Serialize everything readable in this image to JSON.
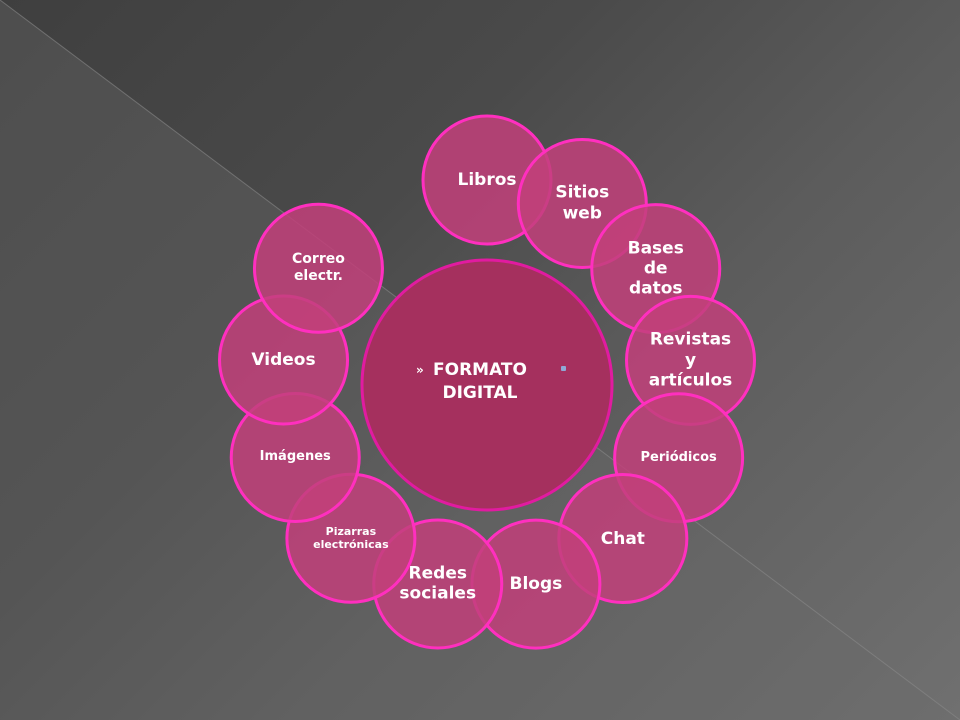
{
  "theme": {
    "ring_stroke": "#ff2fbf",
    "outer_fill": "#c2407a",
    "center_fill": "#a5305e",
    "center_stroke": "#e11ba0",
    "accent_dot": "#8fa9d6",
    "text": "#ffffff"
  },
  "diagram": {
    "center": {
      "marker": "»",
      "line1": "FORMATO",
      "line2": "DIGITAL"
    },
    "nodes": [
      {
        "id": "libros",
        "label": "Libros",
        "angle_deg": -90,
        "size": "large"
      },
      {
        "id": "sitios-web",
        "label": "Sitios\nweb",
        "angle_deg": -62.3,
        "size": "large"
      },
      {
        "id": "bases-de-datos",
        "label": "Bases\nde\ndatos",
        "angle_deg": -34.6,
        "size": "large"
      },
      {
        "id": "revistas",
        "label": "Revistas\ny\nartículos",
        "angle_deg": -6.9,
        "size": "large"
      },
      {
        "id": "periodicos",
        "label": "Periódicos",
        "angle_deg": 20.8,
        "size": "small"
      },
      {
        "id": "chat",
        "label": "Chat",
        "angle_deg": 48.5,
        "size": "large"
      },
      {
        "id": "blogs",
        "label": "Blogs",
        "angle_deg": 76.2,
        "size": "large"
      },
      {
        "id": "redes-sociales",
        "label": "Redes\nsociales",
        "angle_deg": 103.9,
        "size": "large"
      },
      {
        "id": "pizarras",
        "label": "Pizarras\nelectrónicas",
        "angle_deg": 131.6,
        "size": "tiny"
      },
      {
        "id": "imagenes",
        "label": "Imágenes",
        "angle_deg": 159.3,
        "size": "small"
      },
      {
        "id": "videos",
        "label": "Videos",
        "angle_deg": 187.0,
        "size": "large"
      },
      {
        "id": "correo",
        "label": "Correo\nelectr.",
        "angle_deg": 214.7,
        "size": "medium"
      }
    ]
  }
}
